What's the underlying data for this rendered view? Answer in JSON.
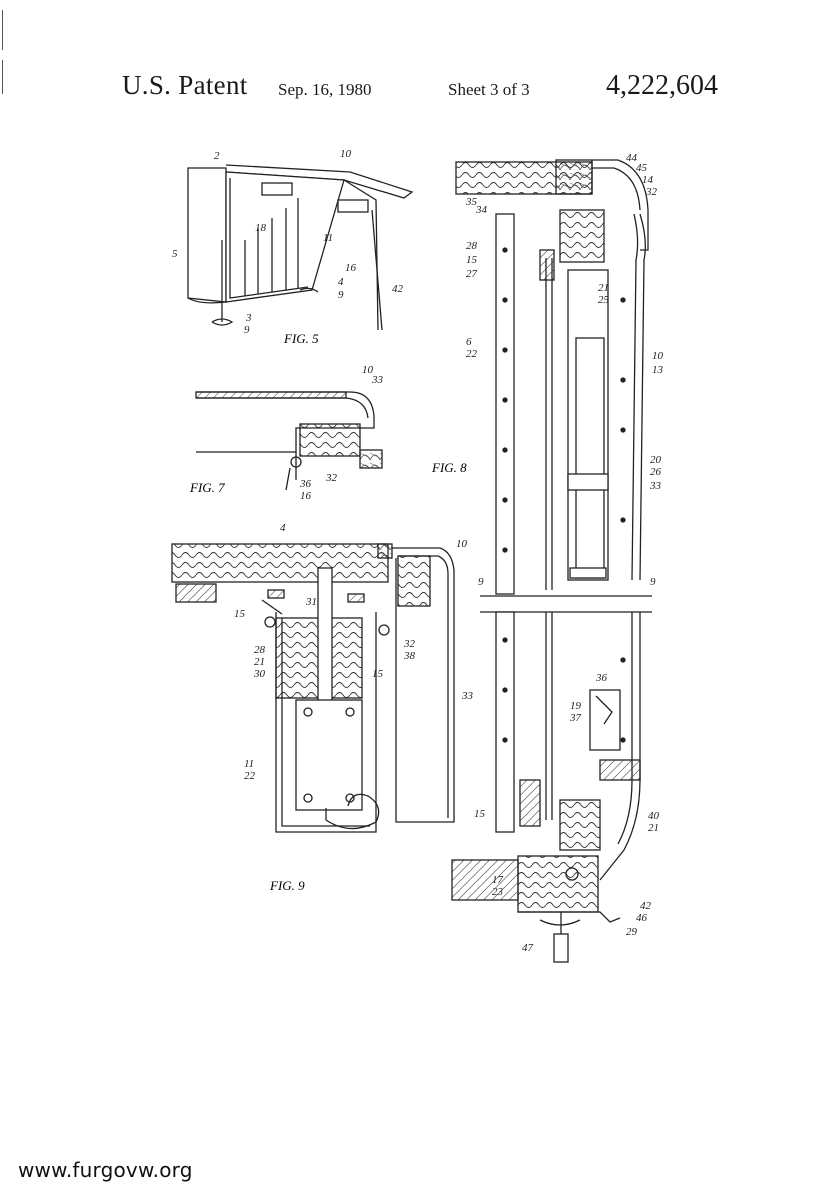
{
  "header": {
    "title": "U.S. Patent",
    "date": "Sep. 16, 1980",
    "sheet": "Sheet 3 of 3",
    "patent_number": "4,222,604"
  },
  "figures": {
    "fig5": "FIG. 5",
    "fig7": "FIG. 7",
    "fig8": "FIG. 8",
    "fig9": "FIG. 9"
  },
  "labels": {
    "fig5": [
      "2",
      "10",
      "18",
      "11",
      "5",
      "16",
      "4",
      "9",
      "42",
      "3",
      "9"
    ],
    "fig7": [
      "10",
      "33",
      "36",
      "16",
      "32"
    ],
    "fig9": [
      "4",
      "10",
      "15",
      "31",
      "28",
      "21",
      "30",
      "32",
      "38",
      "15",
      "33",
      "11",
      "22"
    ],
    "fig8_top": [
      "44",
      "45",
      "14",
      "32",
      "35",
      "34",
      "28",
      "15",
      "27",
      "21",
      "25",
      "6",
      "22",
      "10",
      "13",
      "20",
      "26",
      "33",
      "9",
      "9"
    ],
    "fig8_bottom": [
      "36",
      "19",
      "37",
      "15",
      "40",
      "21",
      "17",
      "23",
      "42",
      "46",
      "29",
      "47"
    ]
  },
  "footer": "www.furgovw.org"
}
